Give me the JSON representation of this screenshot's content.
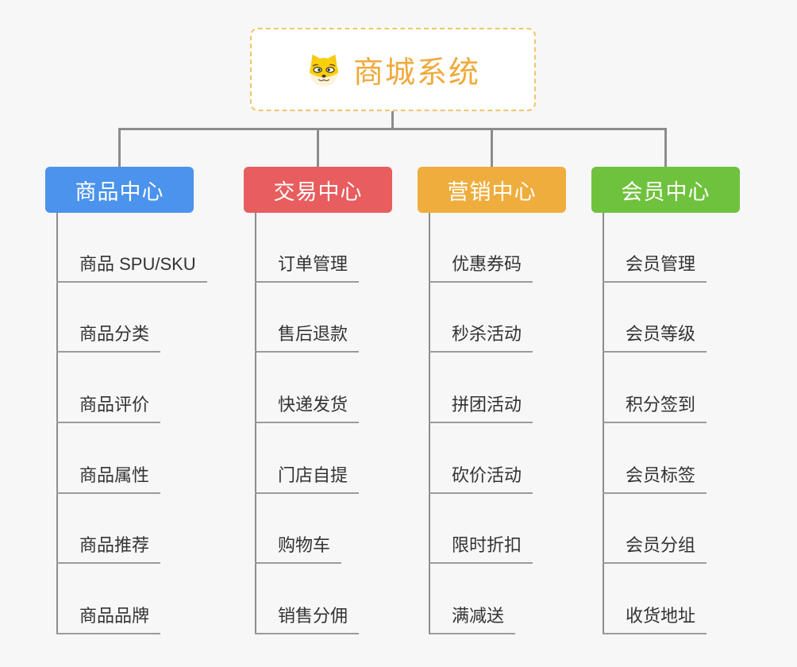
{
  "page": {
    "background_color": "#F7F7F7",
    "connector_color": "#8C8C8C"
  },
  "root": {
    "label": "商城系统",
    "icon": "dog-face-icon",
    "text_color": "#F0A93C",
    "border_color": "#F3C46D"
  },
  "branches": [
    {
      "label": "商品中心",
      "color": "#4B93EC",
      "items": [
        "商品 SPU/SKU",
        "商品分类",
        "商品评价",
        "商品属性",
        "商品推荐",
        "商品品牌"
      ]
    },
    {
      "label": "交易中心",
      "color": "#E85D5D",
      "items": [
        "订单管理",
        "售后退款",
        "快递发货",
        "门店自提",
        "购物车",
        "销售分佣"
      ]
    },
    {
      "label": "营销中心",
      "color": "#EFAD3E",
      "items": [
        "优惠券码",
        "秒杀活动",
        "拼团活动",
        "砍价活动",
        "限时折扣",
        "满减送"
      ]
    },
    {
      "label": "会员中心",
      "color": "#6FC23D",
      "items": [
        "会员管理",
        "会员等级",
        "积分签到",
        "会员标签",
        "会员分组",
        "收货地址"
      ]
    }
  ]
}
